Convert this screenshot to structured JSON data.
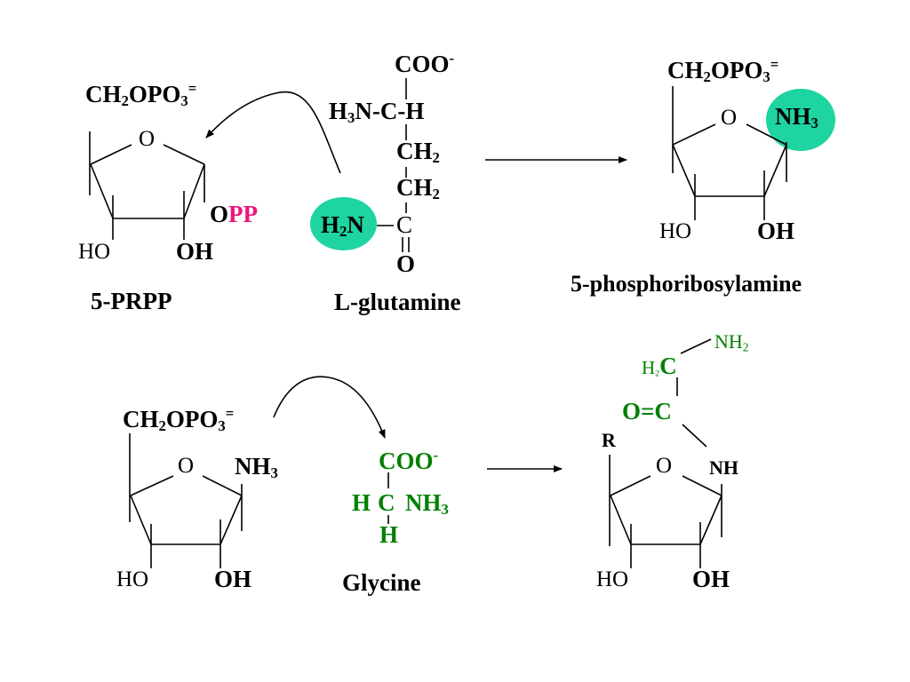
{
  "colors": {
    "highlight": "#1ed4a0",
    "glycine": "#008000",
    "pyrophosphate": "#e8177d",
    "text": "#000000"
  },
  "prpp": {
    "ch2": "CH",
    "ch2_sub": "2",
    "opo3": "OPO",
    "opo3_sub": "3",
    "charge": "=",
    "ring_o": "O",
    "o_prefix": "O",
    "pp": "PP",
    "ho": "HO",
    "oh": "OH",
    "name": "5-PRPP"
  },
  "glutamine": {
    "coo": "COO",
    "coo_charge": "-",
    "h3": "H",
    "h3_sub": "3",
    "nch": "N-C-H",
    "ch2a": "CH",
    "ch2a_sub": "2",
    "ch2b": "CH",
    "ch2b_sub": "2",
    "h2": "H",
    "h2_sub": "2",
    "n": "N",
    "c": "C",
    "o": "O",
    "name": "L-glutamine"
  },
  "phosphoribosylamine": {
    "ch2": "CH",
    "ch2_sub": "2",
    "opo3": "OPO",
    "opo3_sub": "3",
    "charge": "=",
    "ring_o": "O",
    "nh": "NH",
    "nh_sub": "3",
    "ho": "HO",
    "oh": "OH",
    "name": "5-phosphoribosylamine"
  },
  "pra2": {
    "ch2": "CH",
    "ch2_sub": "2",
    "opo3": "OPO",
    "opo3_sub": "3",
    "charge": "=",
    "ring_o": "O",
    "nh": "NH",
    "nh_sub": "3",
    "ho": "HO",
    "oh": "OH"
  },
  "glycine": {
    "coo": "COO",
    "coo_charge": "-",
    "h": "H",
    "c": "C",
    "nh": "NH",
    "nh_sub": "3",
    "h_bottom": "H",
    "name": "Glycine"
  },
  "gar": {
    "nh2": "NH",
    "nh2_sub": "2",
    "h2": "H",
    "h2_sub": "2",
    "c_top": "C",
    "oc": "O=C",
    "r": "R",
    "ring_o": "O",
    "nh": "NH",
    "ho": "HO",
    "oh": "OH"
  }
}
